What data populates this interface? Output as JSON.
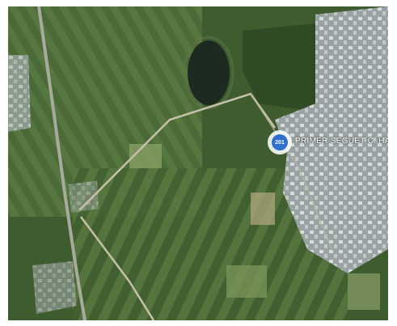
{
  "map": {
    "type": "satellite",
    "marker": {
      "badge": "201",
      "label": "PRIMER SEGUET C. HAP",
      "color": "#2f6fd0"
    }
  }
}
